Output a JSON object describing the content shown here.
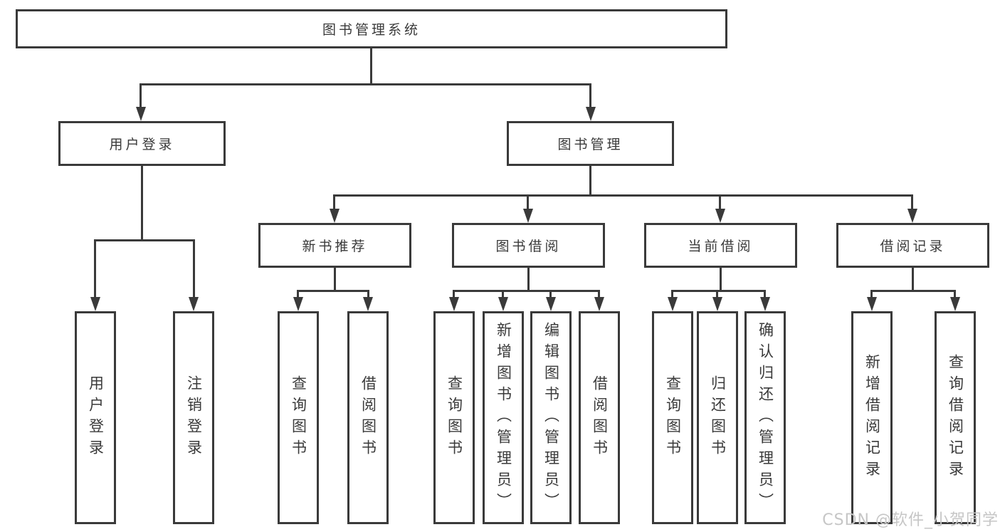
{
  "diagram": {
    "title_node": {
      "label": "图书管理系统"
    },
    "level2": [
      {
        "id": "user-login",
        "label": "用户登录"
      },
      {
        "id": "book-management",
        "label": "图书管理"
      }
    ],
    "level3": [
      {
        "id": "new-book-recommendation",
        "parent": "图书管理",
        "label": "新书推荐"
      },
      {
        "id": "book-borrowing",
        "parent": "图书管理",
        "label": "图书借阅"
      },
      {
        "id": "current-borrowing",
        "parent": "图书管理",
        "label": "当前借阅"
      },
      {
        "id": "borrowing-records",
        "parent": "图书管理",
        "label": "借阅记录"
      }
    ],
    "leaves": [
      {
        "parent": "用户登录",
        "label": "用户登录"
      },
      {
        "parent": "用户登录",
        "label": "注销登录"
      },
      {
        "parent": "新书推荐",
        "label": "查询图书"
      },
      {
        "parent": "新书推荐",
        "label": "借阅图书"
      },
      {
        "parent": "图书借阅",
        "label": "查询图书"
      },
      {
        "parent": "图书借阅",
        "label": "新增图书（管理员）"
      },
      {
        "parent": "图书借阅",
        "label": "编辑图书（管理员）"
      },
      {
        "parent": "图书借阅",
        "label": "借阅图书"
      },
      {
        "parent": "当前借阅",
        "label": "查询图书"
      },
      {
        "parent": "当前借阅",
        "label": "归还图书"
      },
      {
        "parent": "当前借阅",
        "label": "确认归还（管理员）"
      },
      {
        "parent": "借阅记录",
        "label": "新增借阅记录"
      },
      {
        "parent": "借阅记录",
        "label": "查询借阅记录"
      }
    ],
    "watermark": "CSDN @软件_小贺同学",
    "colors": {
      "line": "#3a3a3a",
      "text": "#3a3a3a",
      "background": "#ffffff",
      "watermark": "#c6c6c6"
    }
  }
}
